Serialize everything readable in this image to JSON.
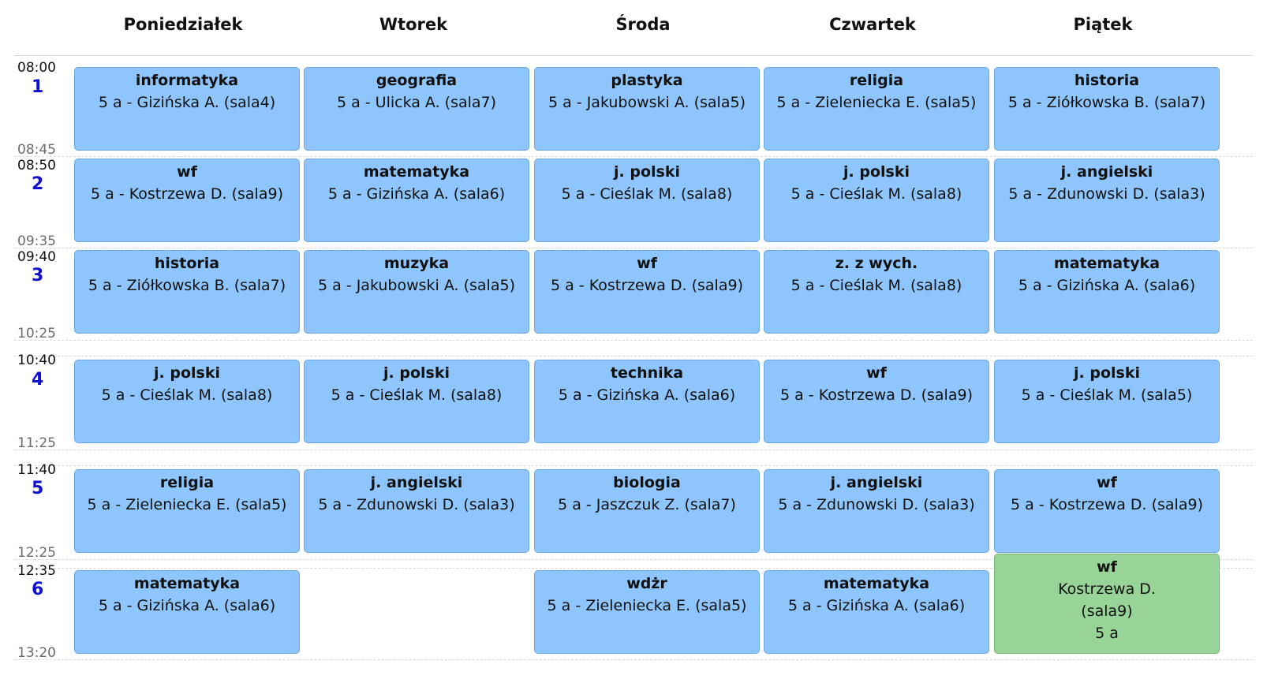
{
  "days": [
    "Poniedziałek",
    "Wtorek",
    "Środa",
    "Czwartek",
    "Piątek"
  ],
  "periods": [
    {
      "number": "1",
      "start": "08:00",
      "end": "08:45"
    },
    {
      "number": "2",
      "start": "08:50",
      "end": "09:35"
    },
    {
      "number": "3",
      "start": "09:40",
      "end": "10:25"
    },
    {
      "number": "4",
      "start": "10:40",
      "end": "11:25"
    },
    {
      "number": "5",
      "start": "11:40",
      "end": "12:25"
    },
    {
      "number": "6",
      "start": "12:35",
      "end": "13:20"
    }
  ],
  "lessons": [
    [
      {
        "subject": "informatyka",
        "details": "5 a - Gizińska A. (sala4)"
      },
      {
        "subject": "geografia",
        "details": "5 a - Ulicka A. (sala7)"
      },
      {
        "subject": "plastyka",
        "details": "5 a - Jakubowski A. (sala5)"
      },
      {
        "subject": "religia",
        "details": "5 a - Zieleniecka E. (sala5)"
      },
      {
        "subject": "historia",
        "details": "5 a - Ziółkowska B. (sala7)"
      }
    ],
    [
      {
        "subject": "wf",
        "details": "5 a - Kostrzewa D. (sala9)"
      },
      {
        "subject": "matematyka",
        "details": "5 a - Gizińska A. (sala6)"
      },
      {
        "subject": "j. polski",
        "details": "5 a - Cieślak M. (sala8)"
      },
      {
        "subject": "j. polski",
        "details": "5 a - Cieślak M. (sala8)"
      },
      {
        "subject": "j. angielski",
        "details": "5 a - Zdunowski D. (sala3)"
      }
    ],
    [
      {
        "subject": "historia",
        "details": "5 a - Ziółkowska B. (sala7)"
      },
      {
        "subject": "muzyka",
        "details": "5 a - Jakubowski A. (sala5)"
      },
      {
        "subject": "wf",
        "details": "5 a - Kostrzewa D. (sala9)"
      },
      {
        "subject": "z. z wych.",
        "details": "5 a - Cieślak M. (sala8)"
      },
      {
        "subject": "matematyka",
        "details": "5 a - Gizińska A. (sala6)"
      }
    ],
    [
      {
        "subject": "j. polski",
        "details": "5 a - Cieślak M. (sala8)"
      },
      {
        "subject": "j. polski",
        "details": "5 a - Cieślak M. (sala8)"
      },
      {
        "subject": "technika",
        "details": "5 a - Gizińska A. (sala6)"
      },
      {
        "subject": "wf",
        "details": "5 a - Kostrzewa D. (sala9)"
      },
      {
        "subject": "j. polski",
        "details": "5 a - Cieślak M. (sala5)"
      }
    ],
    [
      {
        "subject": "religia",
        "details": "5 a - Zieleniecka E. (sala5)"
      },
      {
        "subject": "j. angielski",
        "details": "5 a - Zdunowski D. (sala3)"
      },
      {
        "subject": "biologia",
        "details": "5 a - Jaszczuk Z. (sala7)"
      },
      {
        "subject": "j. angielski",
        "details": "5 a - Zdunowski D. (sala3)"
      },
      {
        "subject": "wf",
        "details": "5 a - Kostrzewa D. (sala9)"
      }
    ],
    [
      {
        "subject": "matematyka",
        "details": "5 a - Gizińska A. (sala6)"
      },
      null,
      {
        "subject": "wdżr",
        "details": "5 a - Zieleniecka E. (sala5)"
      },
      {
        "subject": "matematyka",
        "details": "5 a - Gizińska A. (sala6)"
      },
      {
        "subject": "wf",
        "teacher": "Kostrzewa D.",
        "room": "(sala9)",
        "class": "5 a"
      }
    ]
  ],
  "colors": {
    "lesson": "#8ec5fc",
    "substitution": "#98d497",
    "period_number": "#1010d0"
  }
}
